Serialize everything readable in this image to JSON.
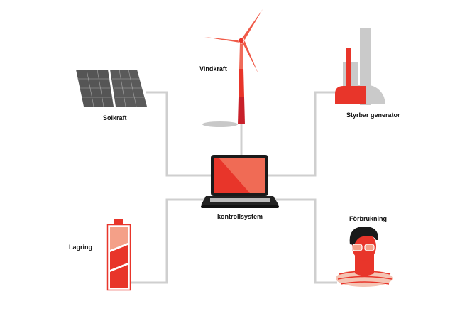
{
  "labels": {
    "wind": "Vindkraft",
    "solar": "Solkraft",
    "generator": "Styrbar generator",
    "control": "kontrollsystem",
    "consumption": "Förbrukning",
    "storage": "Lagring"
  },
  "colors": {
    "accent": "#e8352a",
    "accent_light": "#f08a75",
    "line": "#cccccc",
    "dark": "#222222"
  },
  "icons": [
    "wind-turbine-icon",
    "solar-panel-icon",
    "power-plant-icon",
    "laptop-icon",
    "battery-icon",
    "person-icon"
  ]
}
